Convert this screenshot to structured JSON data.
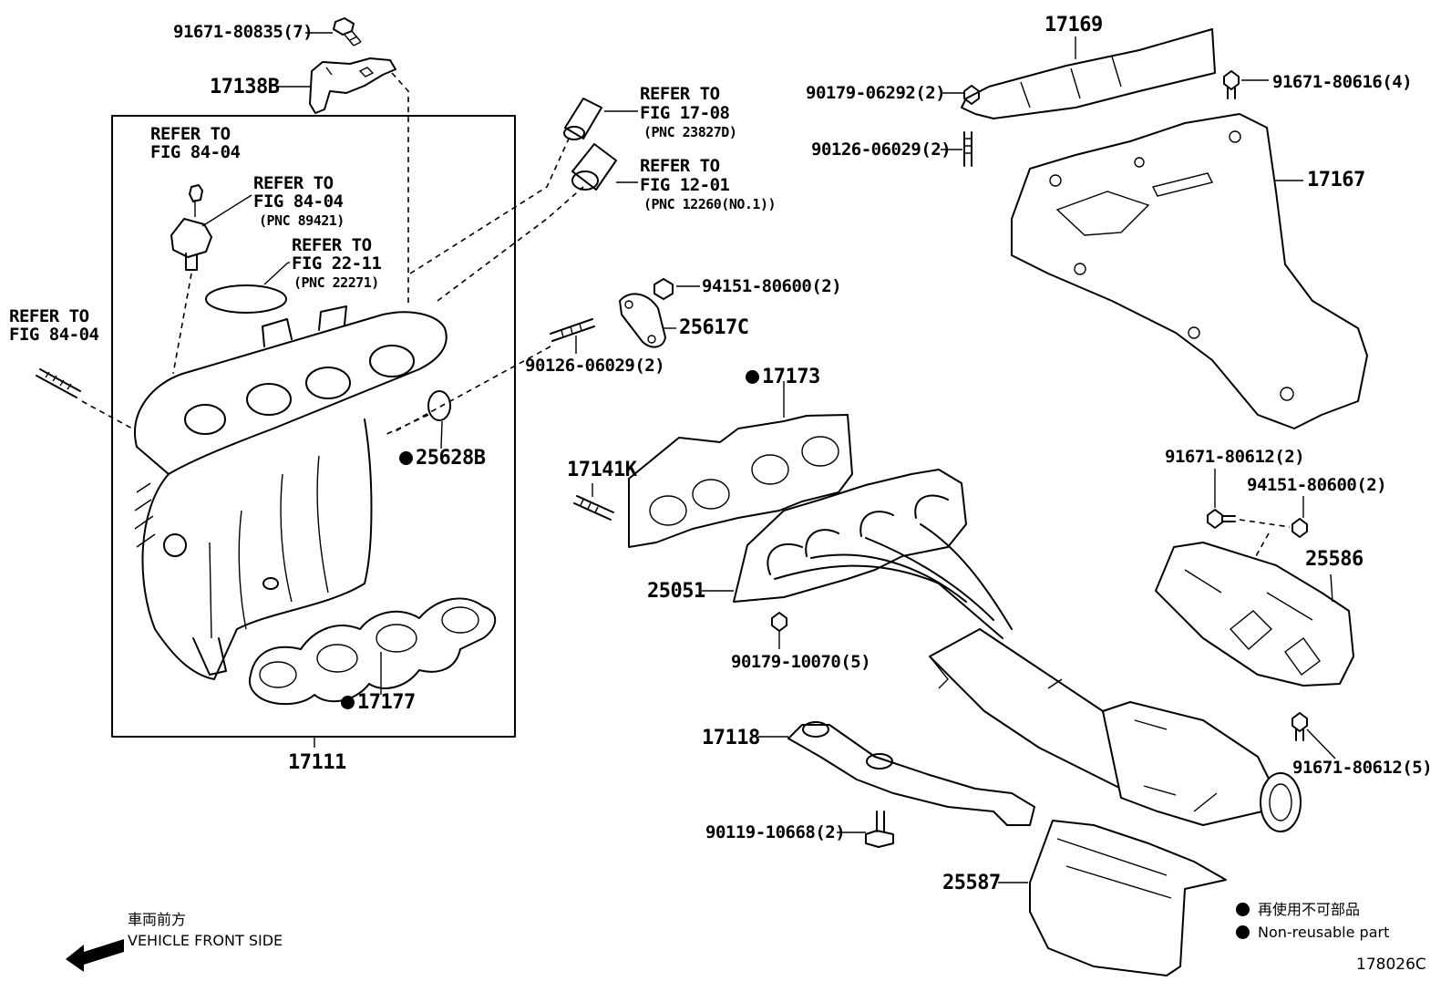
{
  "parts": {
    "p91671_80835": "91671-80835(7)",
    "p17138B": "17138B",
    "p17111": "17111",
    "p17177": "17177",
    "p25628B": "25628B",
    "p90126_06029_a": "90126-06029(2)",
    "p94151_80600_a": "94151-80600(2)",
    "p25617C": "25617C",
    "p17173": "17173",
    "p17141K": "17141K",
    "p25051": "25051",
    "p90179_10070": "90179-10070(5)",
    "p17118": "17118",
    "p90119_10668": "90119-10668(2)",
    "p25587": "25587",
    "p17169": "17169",
    "p90179_06292": "90179-06292(2)",
    "p90126_06029_b": "90126-06029(2)",
    "p91671_80616": "91671-80616(4)",
    "p17167": "17167",
    "p91671_80612_a": "91671-80612(2)",
    "p94151_80600_b": "94151-80600(2)",
    "p25586": "25586",
    "p91671_80612_b": "91671-80612(5)"
  },
  "refs": {
    "r1": {
      "line1": "REFER TO",
      "line2": "FIG 84-04"
    },
    "r2": {
      "line1": "REFER TO",
      "line2": "FIG 84-04",
      "pnc": "(PNC 89421)"
    },
    "r3": {
      "line1": "REFER TO",
      "line2": "FIG 22-11",
      "pnc": "(PNC 22271)"
    },
    "r4": {
      "line1": "REFER TO",
      "line2": "FIG 84-04"
    },
    "r5": {
      "line1": "REFER TO",
      "line2": "FIG 17-08",
      "pnc": "(PNC 23827D)"
    },
    "r6": {
      "line1": "REFER TO",
      "line2": "FIG 12-01",
      "pnc": "(PNC 12260(NO.1))"
    }
  },
  "legend": {
    "jp": "再使用不可部品",
    "en": "Non-reusable part"
  },
  "direction": {
    "jp": "車両前方",
    "en": "VEHICLE FRONT SIDE"
  },
  "figure_id": "178026C"
}
